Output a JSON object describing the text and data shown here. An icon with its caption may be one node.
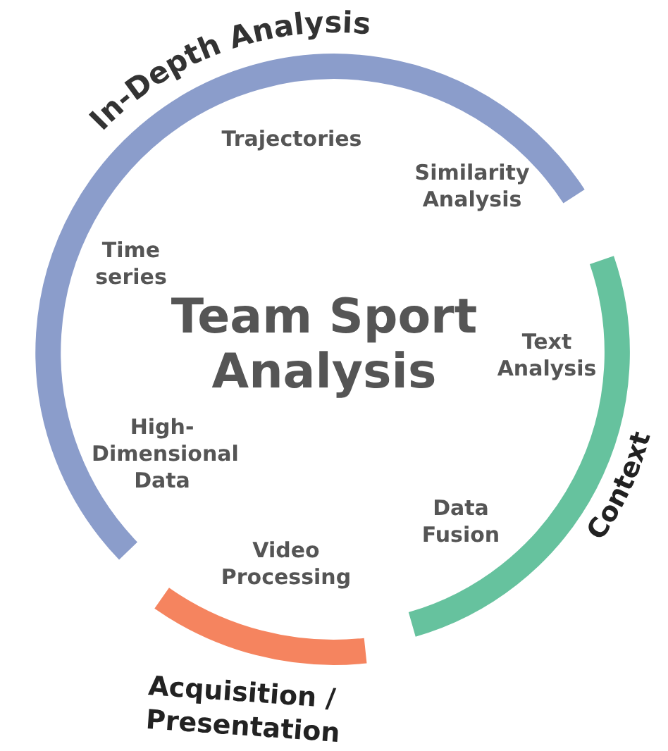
{
  "diagram": {
    "title": "Team Sport Analysis",
    "nodes": [
      {
        "text": [
          "In-Depth Analysis"
        ]
      },
      {
        "text": [
          "Context"
        ]
      },
      {
        "text": [
          "Acquisition / Presentation"
        ]
      }
    ],
    "labels": [
      "Trajectories",
      "Similarity Analysis",
      "Time series",
      "Text Analysis",
      "High-Dimensional Data",
      "Data Fusion",
      "Video Processing"
    ]
  }
}
